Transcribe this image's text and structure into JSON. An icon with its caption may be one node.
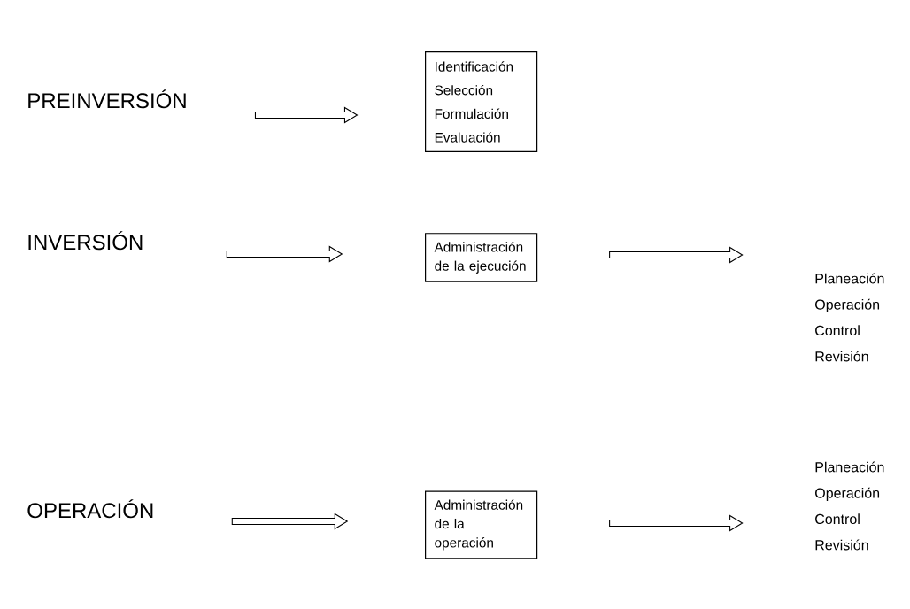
{
  "diagram": {
    "nodes": [
      {
        "text": [
          "PREINVERSIÓN"
        ]
      },
      {
        "text": [
          "Identificación",
          "Selección",
          "Formulación",
          "Evaluación"
        ]
      },
      {
        "text": [
          "INVERSIÓN"
        ]
      },
      {
        "text": [
          "Administración de la ejecución"
        ]
      },
      {
        "text": [
          "Planeación",
          "Operación",
          "Control",
          "Revisión"
        ]
      },
      {
        "text": [
          "OPERACIÓN"
        ]
      },
      {
        "text": [
          "Administración de la operación"
        ]
      },
      {
        "text": [
          "Planeación",
          "Operación",
          "Control",
          "Revisión"
        ]
      }
    ],
    "edges": [
      {
        "from": 0,
        "to": 1,
        "arrow": "to"
      },
      {
        "from": 2,
        "to": 3,
        "arrow": "to"
      },
      {
        "from": 3,
        "to": 4,
        "arrow": "to"
      },
      {
        "from": 5,
        "to": 6,
        "arrow": "to"
      },
      {
        "from": 6,
        "to": 7,
        "arrow": "to"
      }
    ]
  }
}
